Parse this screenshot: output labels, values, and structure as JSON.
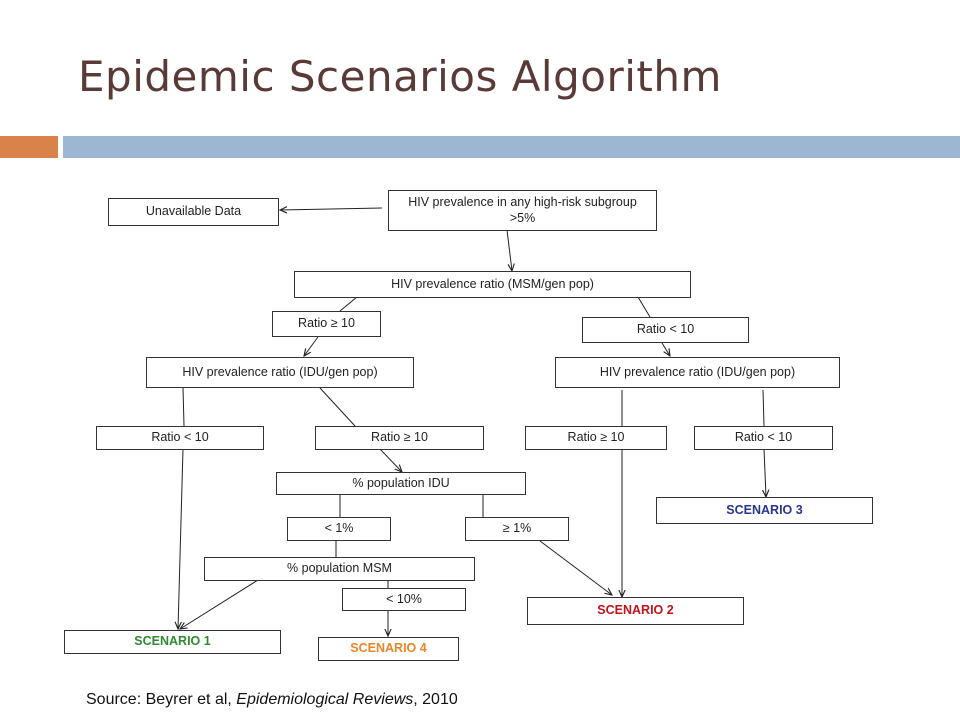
{
  "title": "Epidemic Scenarios Algorithm",
  "nodes": {
    "top": "HIV prevalence in any high-risk subgroup >5%",
    "unavailable": "Unavailable Data",
    "msm_ratio": "HIV prevalence ratio (MSM/gen pop)",
    "ratio_ge10_top": "Ratio ≥ 10",
    "ratio_lt10_top": "Ratio < 10",
    "idu_left": "HIV prevalence ratio (IDU/gen pop)",
    "idu_right": "HIV prevalence ratio (IDU/gen pop)",
    "l_ratio_lt10": "Ratio < 10",
    "l_ratio_ge10": "Ratio ≥ 10",
    "r_ratio_ge10": "Ratio ≥ 10",
    "r_ratio_lt10": "Ratio < 10",
    "pct_idu": "% population IDU",
    "lt1": "< 1%",
    "ge1": "≥ 1%",
    "pct_msm": "% population MSM",
    "lt10pct": "< 10%",
    "scenario1": "SCENARIO 1",
    "scenario2": "SCENARIO 2",
    "scenario3": "SCENARIO 3",
    "scenario4": "SCENARIO 4"
  },
  "colors": {
    "scenario1": "#2e8b2e",
    "scenario2": "#c0141a",
    "scenario3": "#2a3590",
    "scenario4": "#e8862a",
    "title": "#5a3a36",
    "accent_orange": "#d9824a",
    "accent_blue": "#9db6d2"
  },
  "source": {
    "prefix": "Source: Beyrer et al, ",
    "journal": "Epidemiological Reviews",
    "suffix": ", 2010"
  }
}
